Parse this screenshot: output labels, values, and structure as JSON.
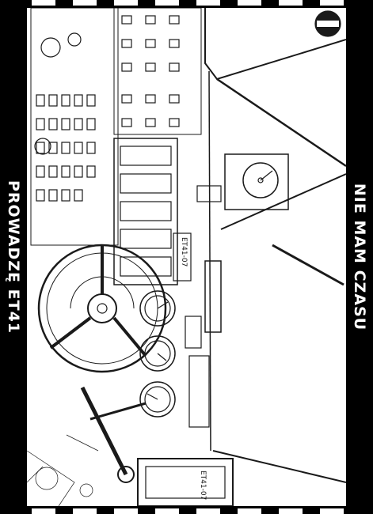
{
  "left_title": "PROWADZĘ ET41",
  "right_title": "NIE MAM CZASU",
  "plates": {
    "upper": "ET41-07",
    "lower": "ET41-07"
  },
  "colors": {
    "frame": "#000000",
    "paper": "#ffffff",
    "ink": "#1a1a1a"
  },
  "icons": [
    "steering-wheel-icon",
    "gauge-icon",
    "lever-icon",
    "logo-badge-icon"
  ]
}
